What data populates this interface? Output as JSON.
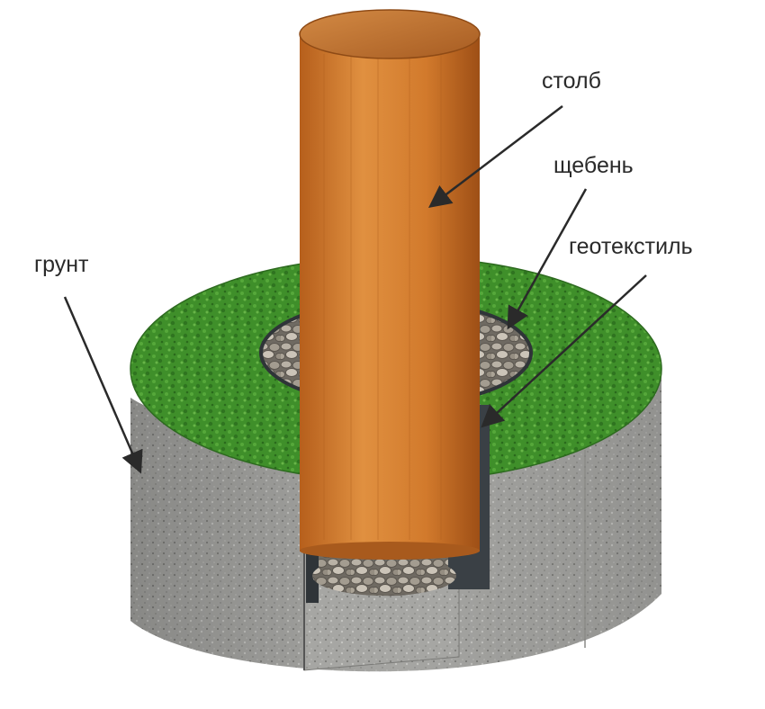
{
  "labels": {
    "post": "столб",
    "gravel": "щебень",
    "geotextile": "геотекстиль",
    "soil": "грунт"
  },
  "colors": {
    "grass": "#3f8f2a",
    "soil": "#a7a7a4",
    "wood": "#d27a2c",
    "gravel": "#9b958a",
    "geotextile": "#2f3438",
    "arrow": "#2a2a2a"
  },
  "icons": {
    "arrowhead": "arrow-icon"
  }
}
